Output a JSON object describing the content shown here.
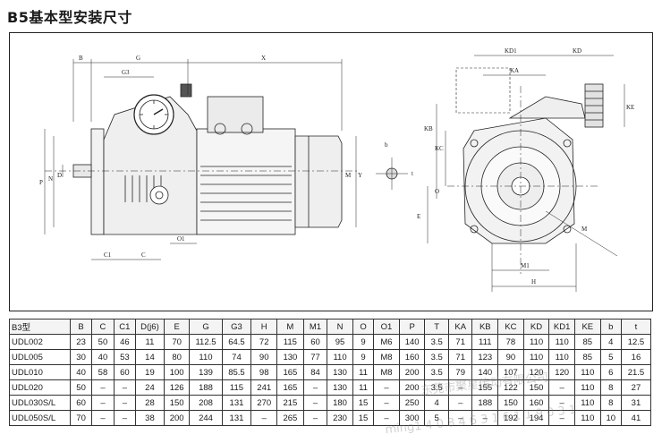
{
  "title": "B5基本型安装尺寸",
  "side_view_labels": {
    "B": "B",
    "G": "G",
    "X": "X",
    "G3": "G3",
    "P": "P",
    "N": "N",
    "D": "D",
    "M": "M",
    "Y": "Y",
    "C1": "C1",
    "C": "C",
    "O1": "O1",
    "b": "b",
    "t": "t"
  },
  "end_view_labels": {
    "KD1": "KD1",
    "KD": "KD",
    "KA": "KA",
    "KE": "KE",
    "KB": "KB",
    "KC": "KC",
    "O": "O",
    "E": "E",
    "M1": "M1",
    "H": "H",
    "M": "M"
  },
  "table": {
    "headers": [
      "B3型",
      "B",
      "C",
      "C1",
      "D(j6)",
      "E",
      "G",
      "G3",
      "H",
      "M",
      "M1",
      "N",
      "O",
      "O1",
      "P",
      "T",
      "KA",
      "KB",
      "KC",
      "KD",
      "KD1",
      "KE",
      "b",
      "t"
    ],
    "rows": [
      [
        "UDL002",
        "23",
        "50",
        "46",
        "11",
        "70",
        "112.5",
        "64.5",
        "72",
        "115",
        "60",
        "95",
        "9",
        "M6",
        "140",
        "3.5",
        "71",
        "111",
        "78",
        "110",
        "110",
        "85",
        "4",
        "12.5"
      ],
      [
        "UDL005",
        "30",
        "40",
        "53",
        "14",
        "80",
        "110",
        "74",
        "90",
        "130",
        "77",
        "110",
        "9",
        "M8",
        "160",
        "3.5",
        "71",
        "123",
        "90",
        "110",
        "110",
        "85",
        "5",
        "16"
      ],
      [
        "UDL010",
        "40",
        "58",
        "60",
        "19",
        "100",
        "139",
        "85.5",
        "98",
        "165",
        "84",
        "130",
        "11",
        "M8",
        "200",
        "3.5",
        "79",
        "140",
        "107",
        "120",
        "120",
        "110",
        "6",
        "21.5"
      ],
      [
        "UDL020",
        "50",
        "–",
        "–",
        "24",
        "126",
        "188",
        "115",
        "241",
        "165",
        "–",
        "130",
        "11",
        "–",
        "200",
        "3.5",
        "–",
        "155",
        "122",
        "150",
        "–",
        "110",
        "8",
        "27"
      ],
      [
        "UDL030S/L",
        "60",
        "–",
        "–",
        "28",
        "150",
        "208",
        "131",
        "270",
        "215",
        "–",
        "180",
        "15",
        "–",
        "250",
        "4",
        "–",
        "188",
        "150",
        "160",
        "–",
        "110",
        "8",
        "31"
      ],
      [
        "UDL050S/L",
        "70",
        "–",
        "–",
        "38",
        "200",
        "244",
        "131",
        "–",
        "265",
        "–",
        "230",
        "15",
        "–",
        "300",
        "5",
        "–",
        "–",
        "192",
        "194",
        "–",
        "110",
        "10",
        "41"
      ]
    ]
  },
  "watermark_1": "东莞市聚星传动有限公司",
  "watermark_2": "ming1 4 0 8 4 6 3 1 6 1 1 9 0 3 1"
}
